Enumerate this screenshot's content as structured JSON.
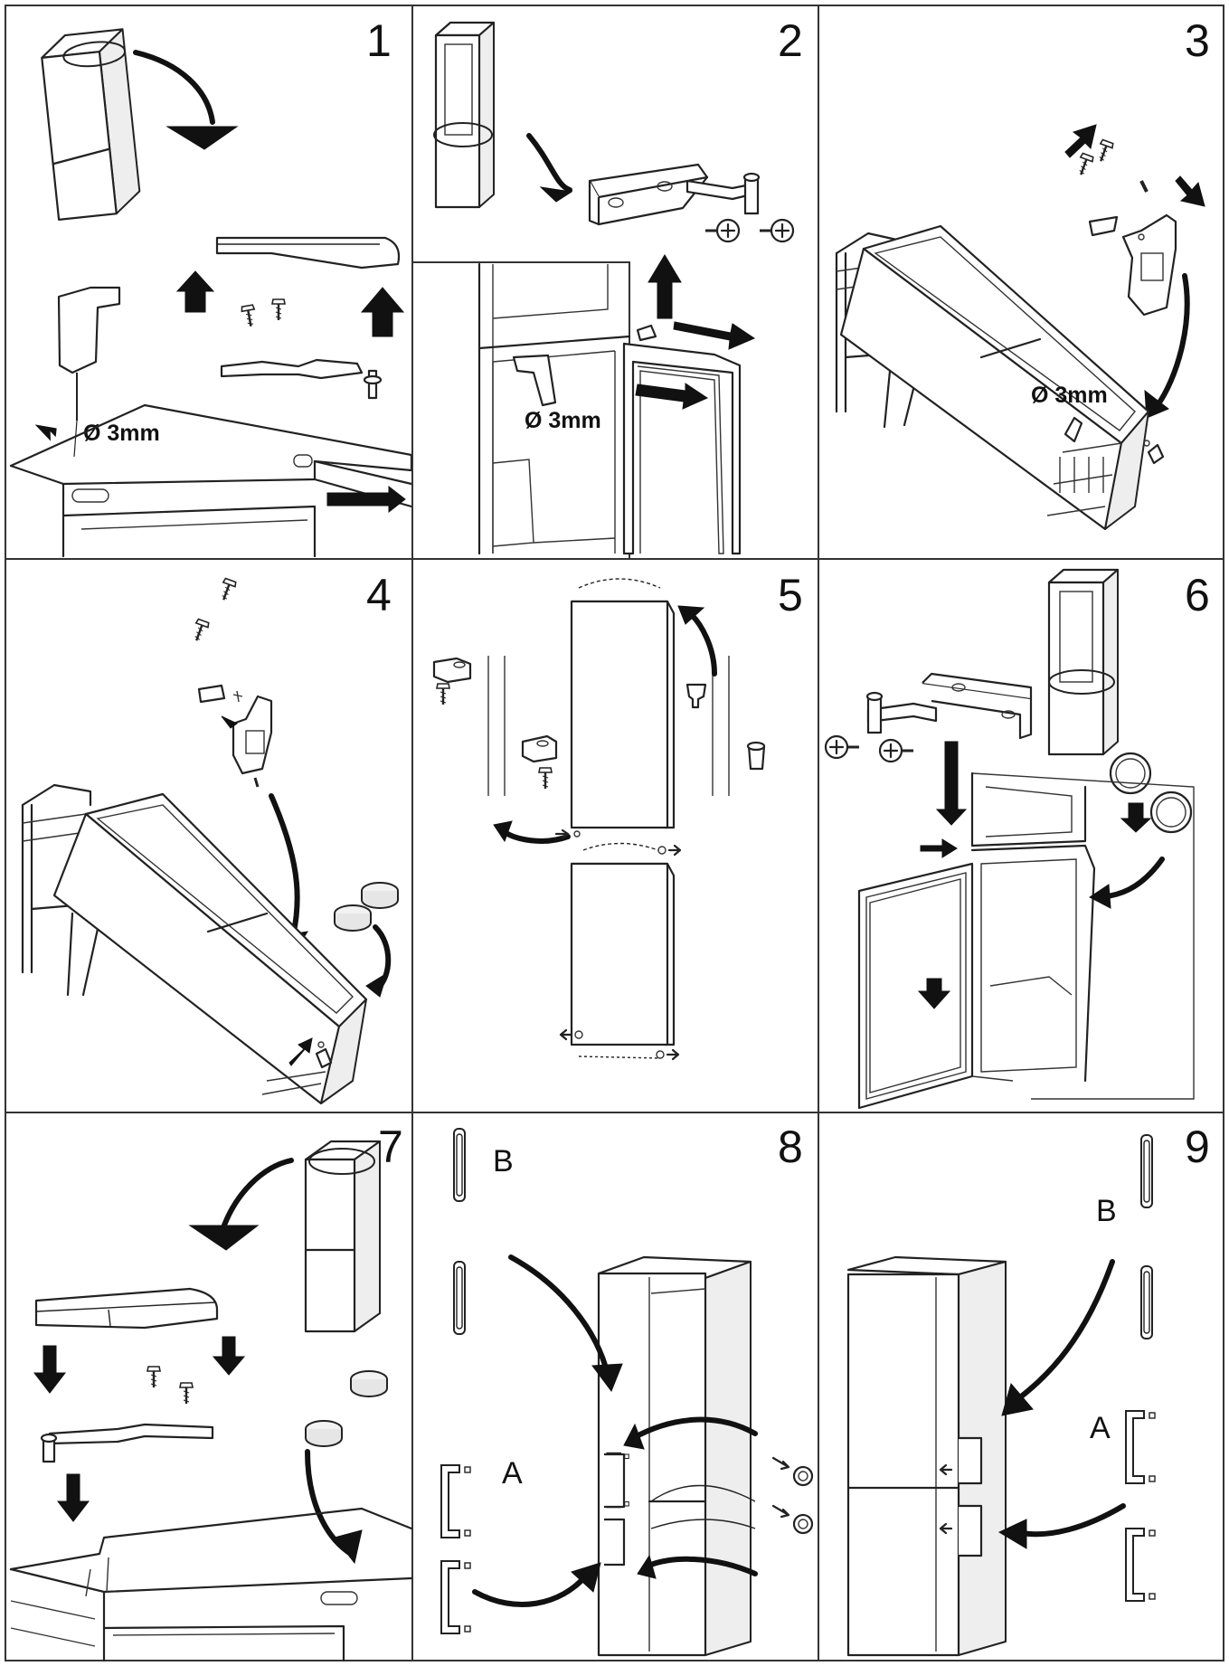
{
  "steps": [
    {
      "number": "1",
      "label": "Ø 3mm"
    },
    {
      "number": "2",
      "label": "Ø 3mm"
    },
    {
      "number": "3",
      "label": "Ø 3mm"
    },
    {
      "number": "4"
    },
    {
      "number": "5"
    },
    {
      "number": "6"
    },
    {
      "number": "7"
    },
    {
      "number": "8",
      "letters": [
        "B",
        "A"
      ]
    },
    {
      "number": "9",
      "letters": [
        "B",
        "A"
      ]
    }
  ],
  "icons": [
    "fridge-icon",
    "hinge-icon",
    "screw-icon",
    "cap-icon",
    "handle-icon",
    "chair-icon",
    "arrow-icon",
    "drill-icon"
  ]
}
